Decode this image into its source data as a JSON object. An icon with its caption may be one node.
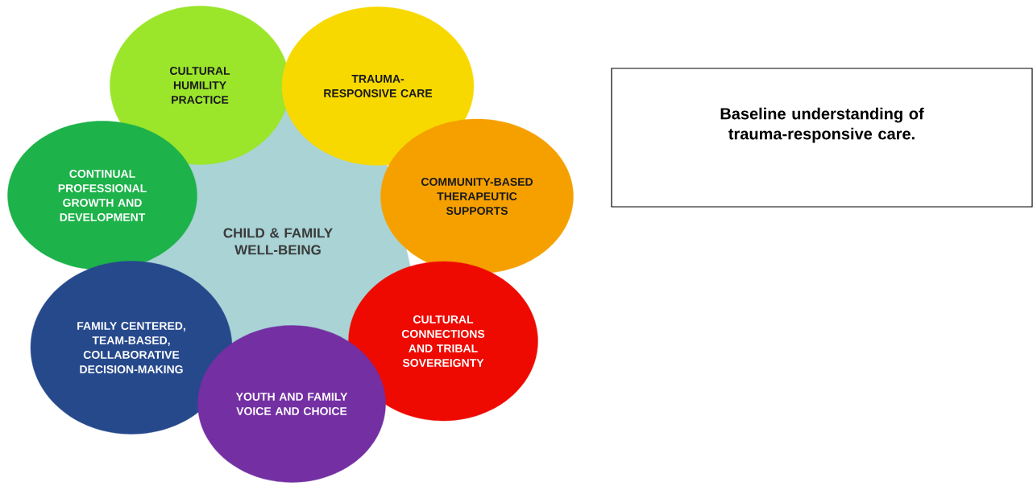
{
  "diagram": {
    "nodes": [
      {
        "text": [
          "CHILD & FAMILY WELL-BEING"
        ]
      },
      {
        "text": [
          "CULTURAL HUMILITY PRACTICE"
        ]
      },
      {
        "text": [
          "TRAUMA-RESPONSIVE CARE"
        ]
      },
      {
        "text": [
          "Baseline understanding of trauma-responsive care."
        ]
      },
      {
        "text": [
          "CONTINUAL PROFESSIONAL GROWTH AND DEVELOPMENT"
        ]
      },
      {
        "text": [
          "COMMUNITY-BASED THERAPEUTIC SUPPORTS"
        ]
      },
      {
        "text": [
          "FAMILY CENTERED, TEAM-BASED, COLLABORATIVE DECISION-MAKING"
        ]
      },
      {
        "text": [
          "CULTURAL CONNECTIONS AND TRIBAL SOVEREIGNTY"
        ]
      },
      {
        "text": [
          "YOUTH AND FAMILY VOICE AND CHOICE"
        ]
      }
    ]
  }
}
